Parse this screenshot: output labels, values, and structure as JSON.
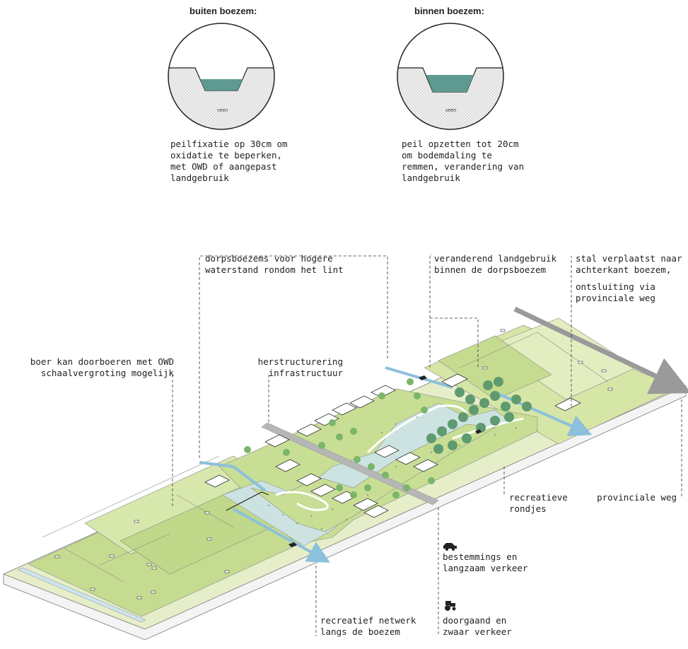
{
  "sections": {
    "outer": {
      "title": "buiten boezem:",
      "soil": "veen",
      "description": "peilfixatie op 30cm om\noxidatie te beperken,\nmet OWD of aangepast\nlandgebruik"
    },
    "inner": {
      "title": "binnen boezem:",
      "soil": "veen",
      "description": "peil opzetten tot 20cm\nom bodemdaling te\nremmen, verandering van\nlandgebruik"
    }
  },
  "annotations": {
    "dorpsboezems": "dorpsboezems voor hogere\nwaterstand rondom het lint",
    "veranderend": "veranderend landgebruik\nbinnen de dorpsboezem",
    "stal": "stal verplaatst naar\nachterkant boezem,",
    "ontsluiting": "ontsluiting via\nprovinciale weg",
    "boer": "boer kan doorboeren met OWD\nschaalvergroting mogelijk",
    "herstructurering": "herstructurering\ninfrastructuur",
    "recreatieve_rondjes": "recreatieve\nrondjes",
    "provinciale_weg": "provinciale weg",
    "bestemmings": "bestemmings en\nlangzaam verkeer",
    "recreatief_netwerk": "recreatief netwerk\nlangs de boezem",
    "doorgaand": "doorgaand en\nzwaar verkeer"
  },
  "icons": {
    "car": "car-icon",
    "tractor": "tractor-icon"
  },
  "colors": {
    "water": "#5f9a91",
    "water_light": "#cde4ef",
    "grass": "#d6e6a6",
    "grass_dark": "#bdd68a",
    "tree": "#7ab56a",
    "road": "#9a9a9a",
    "arrow": "#8cc0dc"
  }
}
